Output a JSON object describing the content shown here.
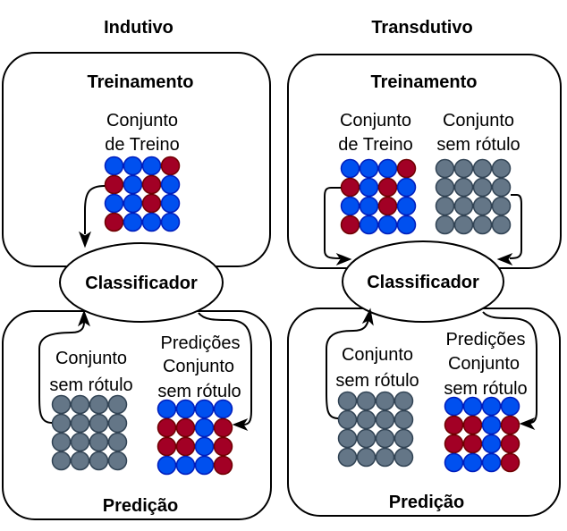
{
  "colors": {
    "blue": {
      "fill": "#0050ef",
      "stroke": "#001dbc"
    },
    "red": {
      "fill": "#a20025",
      "stroke": "#6f0000"
    },
    "gray": {
      "fill": "#647687",
      "stroke": "#314354"
    }
  },
  "panels": {
    "inductive": {
      "title": "Indutivo",
      "training": {
        "title": "Treinamento",
        "train_set": {
          "label_line1": "Conjunto",
          "label_line2": "de Treino",
          "grid": [
            [
              "blue",
              "blue",
              "blue",
              "red"
            ],
            [
              "red",
              "blue",
              "red",
              "blue"
            ],
            [
              "blue",
              "blue",
              "red",
              "blue"
            ],
            [
              "red",
              "blue",
              "blue",
              "blue"
            ]
          ]
        }
      },
      "classifier": "Classificador",
      "prediction": {
        "title": "Predição",
        "unlabeled_set": {
          "label_line1": "Conjunto",
          "label_line2": "sem rótulo",
          "grid": [
            [
              "gray",
              "gray",
              "gray",
              "gray"
            ],
            [
              "gray",
              "gray",
              "gray",
              "gray"
            ],
            [
              "gray",
              "gray",
              "gray",
              "gray"
            ],
            [
              "gray",
              "gray",
              "gray",
              "gray"
            ]
          ]
        },
        "predictions_set": {
          "label_line1": "Predições",
          "label_line2": "Conjunto",
          "label_line3": "sem rótulo",
          "grid": [
            [
              "blue",
              "blue",
              "blue",
              "blue"
            ],
            [
              "red",
              "red",
              "blue",
              "red"
            ],
            [
              "red",
              "red",
              "blue",
              "red"
            ],
            [
              "blue",
              "blue",
              "blue",
              "red"
            ]
          ]
        }
      }
    },
    "transductive": {
      "title": "Transdutivo",
      "training": {
        "title": "Treinamento",
        "train_set": {
          "label_line1": "Conjunto",
          "label_line2": "de Treino",
          "grid": [
            [
              "blue",
              "blue",
              "blue",
              "red"
            ],
            [
              "red",
              "blue",
              "red",
              "blue"
            ],
            [
              "blue",
              "blue",
              "red",
              "blue"
            ],
            [
              "red",
              "blue",
              "blue",
              "blue"
            ]
          ]
        },
        "unlabeled_set": {
          "label_line1": "Conjunto",
          "label_line2": "sem rótulo",
          "grid": [
            [
              "gray",
              "gray",
              "gray",
              "gray"
            ],
            [
              "gray",
              "gray",
              "gray",
              "gray"
            ],
            [
              "gray",
              "gray",
              "gray",
              "gray"
            ],
            [
              "gray",
              "gray",
              "gray",
              "gray"
            ]
          ]
        }
      },
      "classifier": "Classificador",
      "prediction": {
        "title": "Predição",
        "unlabeled_set": {
          "label_line1": "Conjunto",
          "label_line2": "sem rótulo",
          "grid": [
            [
              "gray",
              "gray",
              "gray",
              "gray"
            ],
            [
              "gray",
              "gray",
              "gray",
              "gray"
            ],
            [
              "gray",
              "gray",
              "gray",
              "gray"
            ],
            [
              "gray",
              "gray",
              "gray",
              "gray"
            ]
          ]
        },
        "predictions_set": {
          "label_line1": "Predições",
          "label_line2": "Conjunto",
          "label_line3": "sem rótulo",
          "grid": [
            [
              "blue",
              "blue",
              "blue",
              "blue"
            ],
            [
              "red",
              "red",
              "blue",
              "red"
            ],
            [
              "red",
              "red",
              "blue",
              "red"
            ],
            [
              "blue",
              "blue",
              "blue",
              "red"
            ]
          ]
        }
      }
    }
  }
}
